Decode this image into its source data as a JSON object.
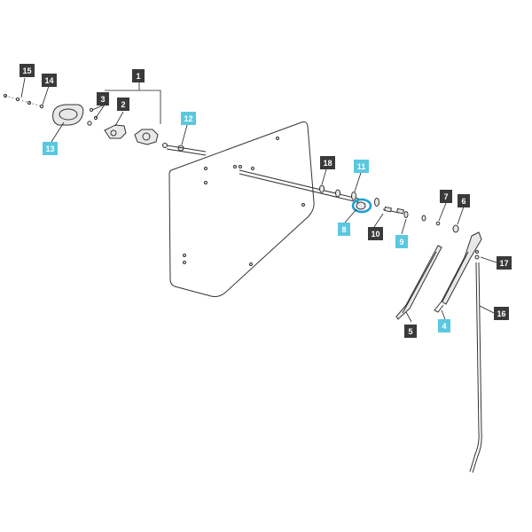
{
  "colors": {
    "callout_dark": "#3a3a3a",
    "callout_highlight": "#5bc8e0",
    "callout_text_dark": "#ffffff",
    "callout_text_highlight": "#ffffff",
    "selection_ring": "#1f9fd6",
    "line": "#333333"
  },
  "callouts": [
    {
      "id": "15",
      "label": "15",
      "highlight": false
    },
    {
      "id": "14",
      "label": "14",
      "highlight": false
    },
    {
      "id": "1",
      "label": "1",
      "highlight": false
    },
    {
      "id": "3",
      "label": "3",
      "highlight": false
    },
    {
      "id": "2",
      "label": "2",
      "highlight": false
    },
    {
      "id": "13",
      "label": "13",
      "highlight": true
    },
    {
      "id": "12",
      "label": "12",
      "highlight": true
    },
    {
      "id": "18",
      "label": "18",
      "highlight": false
    },
    {
      "id": "11",
      "label": "11",
      "highlight": true
    },
    {
      "id": "8",
      "label": "8",
      "highlight": true
    },
    {
      "id": "10",
      "label": "10",
      "highlight": false
    },
    {
      "id": "9",
      "label": "9",
      "highlight": true
    },
    {
      "id": "7",
      "label": "7",
      "highlight": false
    },
    {
      "id": "6",
      "label": "6",
      "highlight": false
    },
    {
      "id": "17",
      "label": "17",
      "highlight": false
    },
    {
      "id": "16",
      "label": "16",
      "highlight": false
    },
    {
      "id": "5",
      "label": "5",
      "highlight": false
    },
    {
      "id": "4",
      "label": "4",
      "highlight": true
    }
  ],
  "selected_part": "8"
}
